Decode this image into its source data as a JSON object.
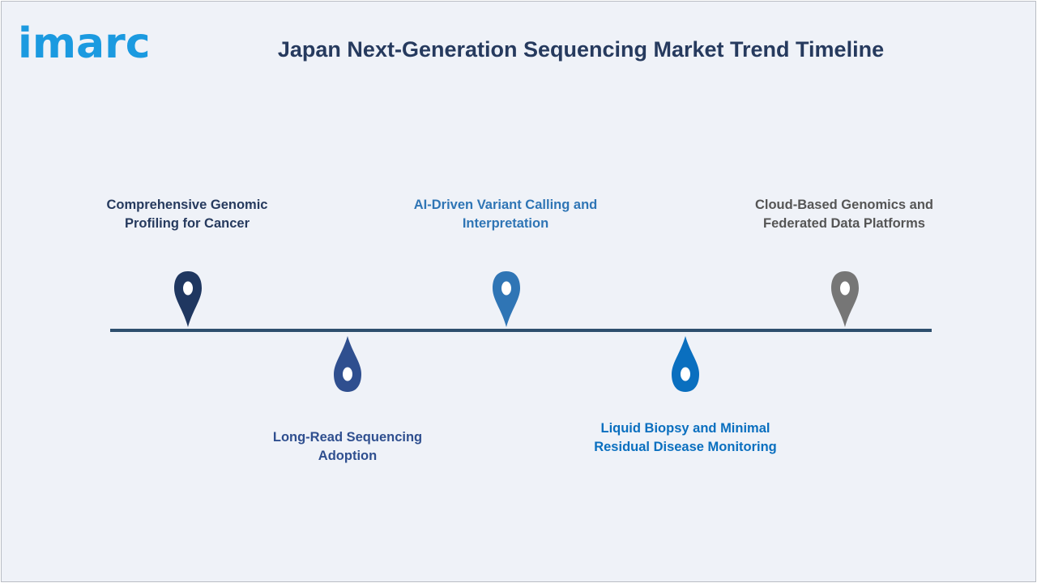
{
  "logo": {
    "text": "imarc"
  },
  "title": "Japan Next-Generation Sequencing Market Trend Timeline",
  "milestones": [
    {
      "label": "Comprehensive Genomic Profiling for Cancer",
      "color": "#1f3760",
      "text_color": "#263a5e",
      "position": "above"
    },
    {
      "label": "Long-Read Sequencing Adoption",
      "color": "#2f4f8f",
      "text_color": "#2f4f8f",
      "position": "below"
    },
    {
      "label": "AI-Driven Variant Calling and Interpretation",
      "color": "#2f75b5",
      "text_color": "#2f75b5",
      "position": "above"
    },
    {
      "label": "Liquid Biopsy and Minimal Residual Disease Monitoring",
      "color": "#0a6fbf",
      "text_color": "#0a6fbf",
      "position": "below"
    },
    {
      "label": "Cloud-Based Genomics and Federated Data Platforms",
      "color": "#767676",
      "text_color": "#555555",
      "position": "above"
    }
  ]
}
